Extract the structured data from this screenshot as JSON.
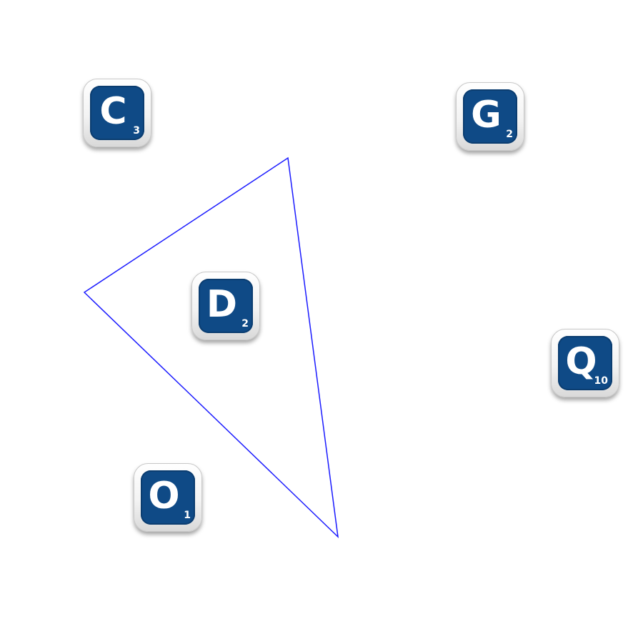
{
  "tiles": [
    {
      "id": "c",
      "letter": "C",
      "value": "3"
    },
    {
      "id": "g",
      "letter": "G",
      "value": "2"
    },
    {
      "id": "d",
      "letter": "D",
      "value": "2"
    },
    {
      "id": "q",
      "letter": "Q",
      "value": "10"
    },
    {
      "id": "o",
      "letter": "O",
      "value": "1"
    }
  ],
  "selection_shape": {
    "type": "triangle",
    "color": "#1a1aff"
  },
  "colors": {
    "tile_face": "#0f4a86",
    "tile_text": "#ffffff",
    "background": "#ffffff"
  }
}
